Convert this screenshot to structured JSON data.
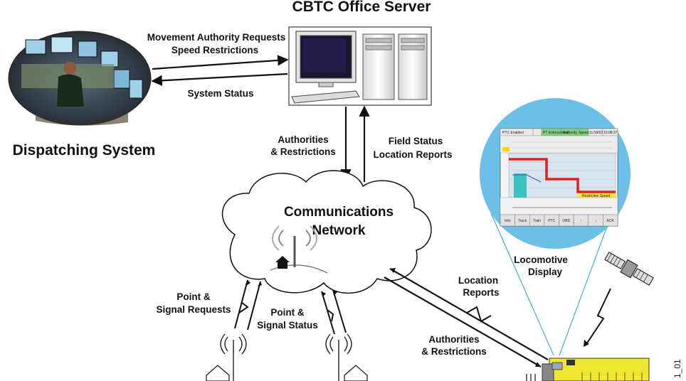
{
  "server": {
    "title": "CBTC Office Server"
  },
  "dispatch": {
    "title": "Dispatching System",
    "requests_line1": "Movement Authority Requests",
    "requests_line2": "Speed Restrictions",
    "status": "System Status"
  },
  "uplink": {
    "authorities_line1": "Authorities",
    "authorities_line2": "& Restrictions",
    "field_line1": "Field Status",
    "field_line2": "Location Reports"
  },
  "network": {
    "line1": "Communications",
    "line2": "Network"
  },
  "wayside": {
    "point_req_line1": "Point &",
    "point_req_line2": "Signal Requests",
    "point_stat_line1": "Point &",
    "point_stat_line2": "Signal Status"
  },
  "train": {
    "location_line1": "Location",
    "location_line2": "Reports",
    "auth_line1": "Authorities",
    "auth_line2": "& Restrictions",
    "display_line1": "Locomotive",
    "display_line2": "Display"
  },
  "screen": {
    "header": [
      "PTC Enabled",
      "",
      "PT Enforcement",
      "Authority",
      "Speed",
      "11/18/02",
      "10:08:37"
    ],
    "buttons": [
      "Info",
      "Track",
      "Train",
      "PTC",
      "OBD",
      "↑",
      "↓",
      "ACK"
    ],
    "restriction_label": "Restrictive Speed"
  },
  "figure_id": "1_01"
}
